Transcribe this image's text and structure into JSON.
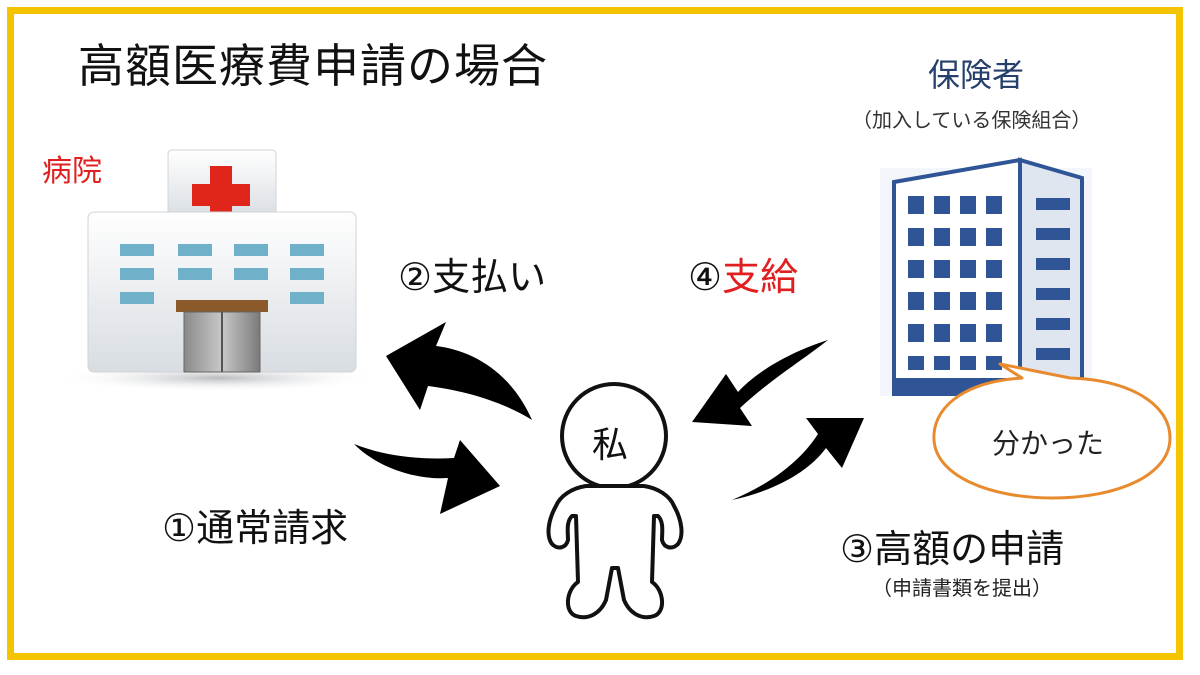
{
  "title": "高額医療費申請の場合",
  "hospital": {
    "label": "病院"
  },
  "insurer": {
    "label": "保険者",
    "sub": "（加入している保険組合）"
  },
  "me": {
    "label": "私"
  },
  "steps": {
    "step1": "①通常請求",
    "step2": "②支払い",
    "step3": "③高額の申請",
    "step3_sub": "（申請書類を提出）",
    "step4_num": "④",
    "step4_word": "支給"
  },
  "bubble": {
    "text": "分かった"
  },
  "colors": {
    "frame": "#f5c400",
    "accent_red": "#e02020",
    "insurer_blue": "#26406b",
    "bubble_border": "#e88a2e"
  },
  "icons": [
    "hospital-building-icon",
    "office-building-icon",
    "person-figure-icon"
  ]
}
